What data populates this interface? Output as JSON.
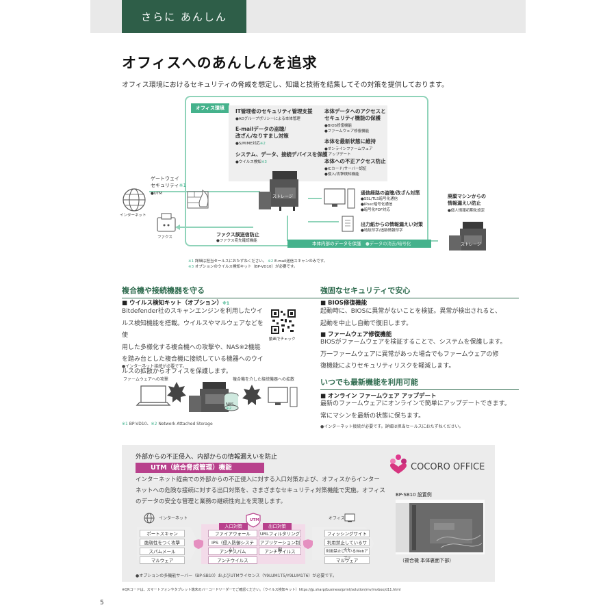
{
  "header": {
    "tab": "さらに あんしん"
  },
  "title": "オフィスへのあんしんを追求",
  "lead": "オフィス環境におけるセキュリティの脅威を想定し、知識と技術を結集してその対策を提供しております。",
  "diagram": {
    "office_label": "オフィス環境",
    "it_admin": {
      "title": "IT管理者のセキュリティ管理支援",
      "items": [
        "●ADグループポリシーによる本体管理"
      ]
    },
    "email": {
      "title_lines": [
        "E-mailデータの盗聴/",
        "改ざん/なりすまし対策"
      ],
      "item": "●S/MIME対応",
      "mark": "※2"
    },
    "system": {
      "title": "システム、データ、接続デバイスを保護",
      "item": "●ウイルス検知",
      "mark": "※3"
    },
    "access": {
      "title_lines": [
        "本体データへのアクセスと",
        "セキュリティ機能の保護"
      ],
      "items": [
        "●BIOS修復機能",
        "●ファームウェア修復機能"
      ]
    },
    "latest": {
      "title": "本体を最新状態に維持",
      "items": [
        "●オンラインファームウェア",
        "　アップデート"
      ]
    },
    "illegal": {
      "title": "本体への不正アクセス防止",
      "items": [
        "●ICカード/サーバー認証",
        "●侵入/攻撃検知機能"
      ]
    },
    "gateway": {
      "title_lines": [
        "ゲートウェイ",
        "セキュリティ"
      ],
      "mark": "※1",
      "item": "●UTM"
    },
    "internet": "インターネット",
    "fax": "ファクス",
    "storage": "ストレージ",
    "fax_prevent": {
      "title": "ファクス誤送信防止",
      "item": "●ファクス宛先確認機能"
    },
    "comm": {
      "title": "通信経路の盗聴/改ざん対策",
      "items": [
        "●SSL/TLS暗号化通信",
        "●IPsec暗号化通信",
        "●暗号化PDF対応"
      ]
    },
    "print": {
      "title": "出力紙からの情報漏えい対策",
      "item": "●地紋印字/追跡情報印字"
    },
    "storage_bar": {
      "label": "本体内部のデータを保護",
      "item": "●データの消去/暗号化"
    },
    "disposal": {
      "title_lines": [
        "廃棄マシンからの",
        "情報漏えい防止"
      ],
      "item": "●個人情報初期化設定"
    },
    "notes": [
      {
        "a": "※1",
        "b": " 詳細は担当セールスにおたずねください。 ",
        "c": "※2",
        "d": " E-mail送信スキャンのみです。"
      },
      {
        "a": "※3",
        "b": " オプションのウイルス検知キット（BP-VD10）が必要です。"
      }
    ]
  },
  "left": {
    "heading": "複合機や接続機器を守る",
    "sub": "■ ウイルス検知キット（オプション）",
    "sub_mark": "※1",
    "para_lines": [
      "Bitdefender社のスキャンエンジンを利用したウイ",
      "ルス検知機能を搭載。ウイルスやマルウェアなどを使",
      "用した多様化する複合機への攻撃や、NAS※2機能",
      "を踏み台とした複合機に接続している機器へのウイ",
      "ルスの拡散からオフィスを保護します。"
    ],
    "qr_label": "動画でチェック",
    "net_note": "●インターネット接続が必要です。",
    "attack_fw": "ファームウェアへの攻撃",
    "attack_dev": "複合機を介した接続機器への拡散",
    "nas": "NAS",
    "nas_mark": "※2",
    "foot": {
      "a": "※1",
      "b": " BP-VD10、",
      "c": "※2",
      "d": " Network Attached Storage"
    }
  },
  "right": {
    "heading1": "強固なセキュリティで安心",
    "bios_sub": "■ BIOS修復機能",
    "bios_lines": [
      "起動時に、BIOSに異常がないことを検証。異常が検出されると、",
      "起動を中止し自動で復旧します。"
    ],
    "fw_sub": "■ ファームウェア修復機能",
    "fw_lines": [
      "BIOSがファームウェアを検証することで、システムを保護します。",
      "万一ファームウェアに異常があった場合でもファームウェアの修",
      "復機能によりセキュリティリスクを軽減します。"
    ],
    "heading2": "いつでも最新機能を利用可能",
    "online_sub": "■ オンライン ファームウェア アップデート",
    "online_lines": [
      "最新のファームウェアにオンラインで簡単にアップデートできます。",
      "常にマシンを最新の状態に保ちます。"
    ],
    "note": "●インターネット接続が必要です。詳細は担当セールスにおたずねください。"
  },
  "utm": {
    "heading": "外部からの不正侵入、内部からの情報漏えいを防止",
    "title": "UTM（統合脅威管理）機能",
    "title_opt": "（オプション）",
    "para_lines": [
      "インターネット経由での外部からの不正侵入に対する入口対策および、オフィスからインター",
      "ネットへの危険な接続に対する出口対策を、さまざまなセキュリティ対策機能で実施。オフィス",
      "のデータの安全な管理と業務の継続性向上を実現します。"
    ],
    "internet": "インターネット",
    "office": "オフィス",
    "utm_label": "UTM",
    "in_label": "入口対策",
    "out_label": "出口対策",
    "threats_left": [
      "ポートスキャン",
      "脆弱性をつく攻撃",
      "スパムメール",
      "マルウェア"
    ],
    "center_left": [
      "ファイアウォール",
      "IPS（侵入防御システム）",
      "アンチスパム",
      "アンチウイルス"
    ],
    "center_right": [
      "URLフィルタリング",
      "アプリケーション制御",
      "アンチウイルス"
    ],
    "threats_right": [
      "フィッシングサイト",
      "利用禁止しているサイト",
      "利用禁止しているWebアプリ",
      "マルウェア"
    ],
    "note": "●オプションの多機能サーバー（BP-SB10）およびUTMライセンス（Y9LUM1T5/Y9LUM1T6）が必要です。",
    "brand": "COCORO OFFICE",
    "photo_title": "BP-SB10 設置例",
    "photo_caption": "（複合機 本体裏面下部）"
  },
  "footer_note": "※QRコードは、スマートフォンやタブレット端末のバーコードリーダーでご確認ください。（ウイルス検知キット）https://jp.sharp/business/print/solution/mv/mvbox/d11.html",
  "page_number": "5",
  "colors": {
    "green": "#2e5e48",
    "accent": "#45b28c",
    "magenta": "#b8418c"
  }
}
